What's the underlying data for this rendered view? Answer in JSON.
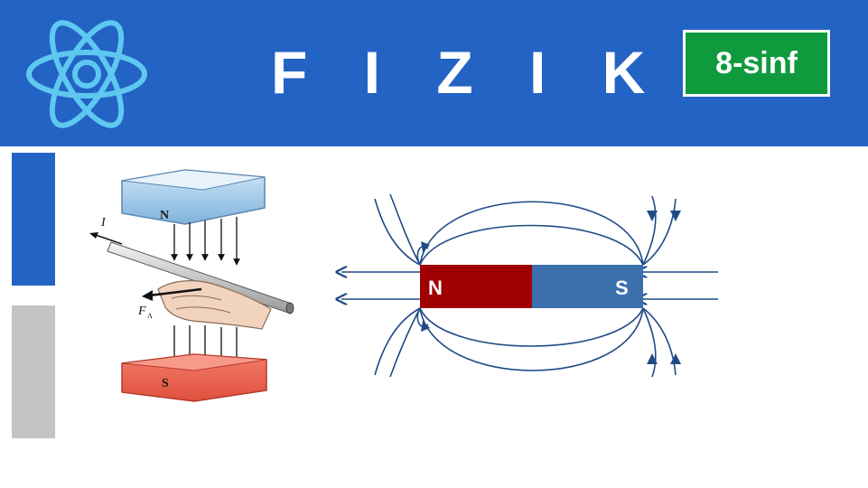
{
  "header": {
    "title": "F I Z I K A",
    "grade": "8-sinf"
  },
  "left_figure": {
    "top_pole": "N",
    "bottom_pole": "S",
    "current_label": "I",
    "force_label": "F",
    "force_subscript": "A"
  },
  "right_figure": {
    "north_label": "N",
    "south_label": "S"
  },
  "colors": {
    "header_bg": "#2363c4",
    "badge_green": "#109a3e",
    "north_red": "#a10000",
    "south_blue": "#3b70ad",
    "sidebar_gray": "#c4c4c4",
    "field_line": "#1f4a86"
  }
}
